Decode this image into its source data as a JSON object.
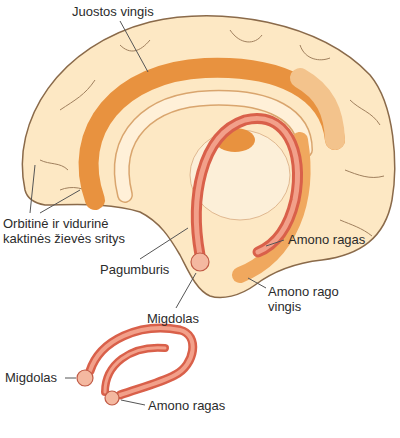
{
  "diagram": {
    "labels": [
      "Juostos vingis",
      "Orbitinė ir vidurinė kaktinės žievės sritys",
      "Pagumburis",
      "Migdolas",
      "Amono ragas",
      "Amono rago vingis",
      "Migdolas",
      "Amono ragas"
    ]
  }
}
